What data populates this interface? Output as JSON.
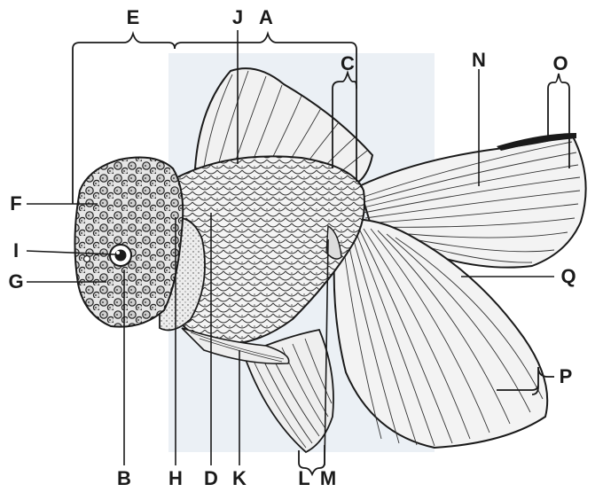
{
  "figure": {
    "labels": {
      "A": "A",
      "B": "B",
      "C": "C",
      "D": "D",
      "E": "E",
      "F": "F",
      "G": "G",
      "H": "H",
      "I": "I",
      "J": "J",
      "K": "K",
      "L": "L",
      "M": "M",
      "N": "N",
      "O": "O",
      "P": "P",
      "Q": "Q"
    },
    "colors": {
      "ink": "#1a1a1a",
      "paper": "#ffffff",
      "shade": "#dfe7ef"
    }
  }
}
